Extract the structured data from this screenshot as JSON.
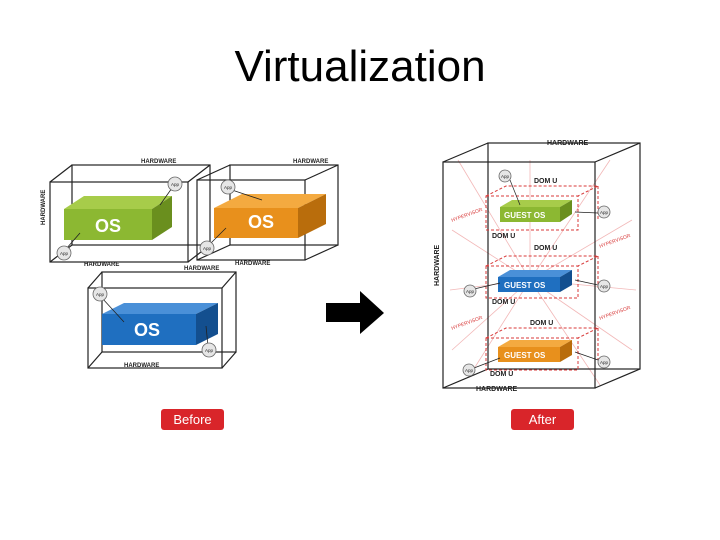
{
  "slide": {
    "title": "Virtualization"
  },
  "colors": {
    "os_green": "#8cb832",
    "os_orange": "#e8901c",
    "os_blue": "#1f6fc0",
    "badge_red": "#d9252a",
    "dashed_red": "#d83a3a"
  },
  "before": {
    "hardware_label": "HARDWARE",
    "app_label": "App",
    "os_label": "OS"
  },
  "after": {
    "hardware_label": "HARDWARE",
    "app_label": "App",
    "guest_os_label": "GUEST OS",
    "dom_label": "DOM U",
    "hypervisor_label": "HYPERVISOR"
  },
  "badges": {
    "before": "Before",
    "after": "After"
  },
  "icons": {
    "arrow": "arrow-right-icon"
  }
}
